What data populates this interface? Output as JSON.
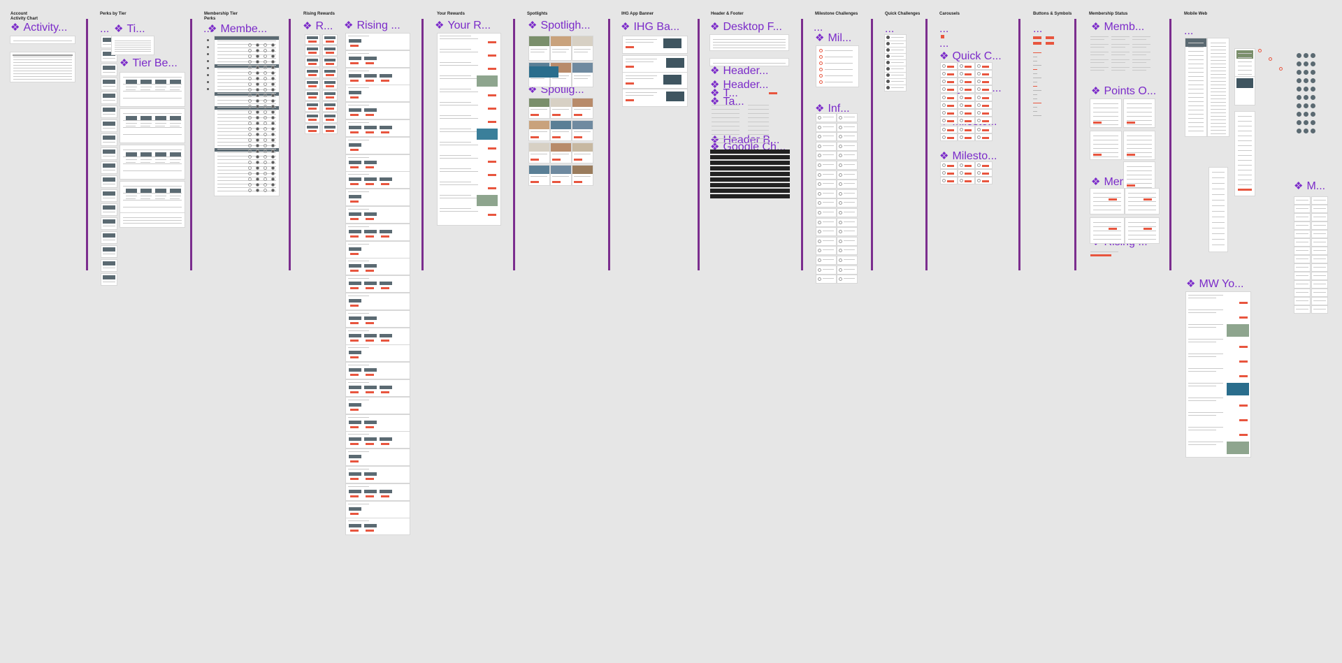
{
  "colors": {
    "canvas": "#e6e6e6",
    "divider": "#7b2d8e",
    "label": "#7b2bc9",
    "accent": "#e8553e",
    "slate": "#5b6a72"
  },
  "icon": "component-diamond-icon",
  "sections": [
    {
      "id": "account-activity-chart",
      "title": "Account Activity Chart"
    },
    {
      "id": "perks-by-tier",
      "title": "Perks by Tier"
    },
    {
      "id": "membership-tier-perks",
      "title": "Membership Tier Perks"
    },
    {
      "id": "rising-rewards",
      "title": "Rising Rewards"
    },
    {
      "id": "your-rewards",
      "title": "Your Rewards"
    },
    {
      "id": "spotlights",
      "title": "Spotlights"
    },
    {
      "id": "ihg-app-banner",
      "title": "IHG App Banner"
    },
    {
      "id": "header-footer",
      "title": "Header & Footer"
    },
    {
      "id": "milestone-challenges",
      "title": "Milestone Challenges"
    },
    {
      "id": "quick-challenges",
      "title": "Quick Challenges"
    },
    {
      "id": "carousels",
      "title": "Carousels"
    },
    {
      "id": "buttons-symbols",
      "title": "Buttons & Symbols"
    },
    {
      "id": "membership-status",
      "title": "Membership Status"
    },
    {
      "id": "mobile-web",
      "title": "Mobile Web"
    }
  ],
  "components": [
    {
      "id": "activity",
      "label": "Activity..."
    },
    {
      "id": "ti",
      "label": "Ti..."
    },
    {
      "id": "tier-be",
      "label": "Tier Be..."
    },
    {
      "id": "membe",
      "label": "Membe..."
    },
    {
      "id": "r",
      "label": "R..."
    },
    {
      "id": "rising",
      "label": "Rising ..."
    },
    {
      "id": "your-r",
      "label": "Your R..."
    },
    {
      "id": "spotligh",
      "label": "Spotligh..."
    },
    {
      "id": "spotlig",
      "label": "Spotlig..."
    },
    {
      "id": "ihg-ba",
      "label": "IHG Ba..."
    },
    {
      "id": "desktop-f",
      "label": "Desktop F..."
    },
    {
      "id": "header1",
      "label": "Header..."
    },
    {
      "id": "header2",
      "label": "Header..."
    },
    {
      "id": "t",
      "label": "T..."
    },
    {
      "id": "ta",
      "label": "Ta..."
    },
    {
      "id": "header-b",
      "label": "Header B..."
    },
    {
      "id": "google-ch",
      "label": "Google Ch..."
    },
    {
      "id": "mil",
      "label": "Mil..."
    },
    {
      "id": "inf",
      "label": "Inf..."
    },
    {
      "id": "quick-c1",
      "label": "Quick C..."
    },
    {
      "id": "quick-c2",
      "label": "Quick C..."
    },
    {
      "id": "milesto1",
      "label": "Milesto..."
    },
    {
      "id": "milesto2",
      "label": "Milesto..."
    },
    {
      "id": "memb",
      "label": "Memb..."
    },
    {
      "id": "points-o",
      "label": "Points O..."
    },
    {
      "id": "member",
      "label": "Member..."
    },
    {
      "id": "rising2",
      "label": "Rising ..."
    },
    {
      "id": "mw-yo",
      "label": "MW Yo..."
    },
    {
      "id": "m",
      "label": "M..."
    }
  ],
  "ellipses": [
    "...",
    "..."
  ]
}
